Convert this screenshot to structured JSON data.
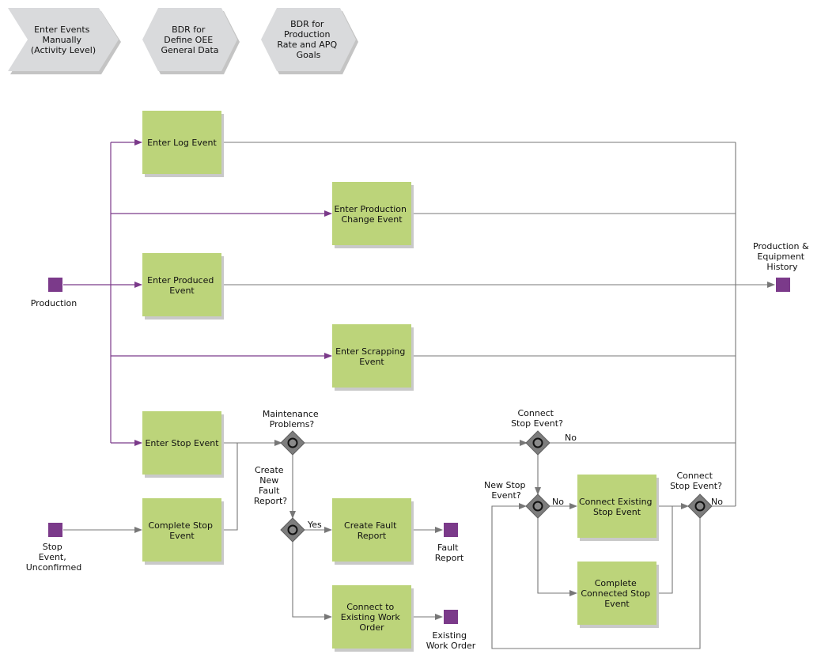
{
  "colors": {
    "task_fill": "#bcd47a",
    "task_shadow": "#c9c9c9",
    "event_fill": "#7b3a8a",
    "gateway_fill": "#7d7d7d",
    "chevron_fill": "#d9dadc",
    "production_flow": "#7b3a8a",
    "default_flow": "#777777"
  },
  "header": {
    "chevron_enter_events": [
      "Enter Events",
      "Manually",
      "(Activity Level)"
    ],
    "hex_bdr_oee": [
      "BDR for",
      "Define OEE",
      "General Data"
    ],
    "hex_bdr_production": [
      "BDR for",
      "Production",
      "Rate and APQ",
      "Goals"
    ]
  },
  "tasks": {
    "enter_log_event": [
      "Enter Log Event"
    ],
    "enter_production_change": [
      "Enter Production",
      "Change Event"
    ],
    "enter_produced_event": [
      "Enter Produced",
      "Event"
    ],
    "enter_scrapping_event": [
      "Enter Scrapping",
      "Event"
    ],
    "enter_stop_event": [
      "Enter Stop Event"
    ],
    "complete_stop_event": [
      "Complete Stop",
      "Event"
    ],
    "create_fault_report": [
      "Create Fault",
      "Report"
    ],
    "connect_work_order": [
      "Connect to",
      "Existing Work",
      "Order"
    ],
    "connect_existing_stop": [
      "Connect Existing",
      "Stop Event"
    ],
    "complete_connected_stop": [
      "Complete",
      "Connected Stop",
      "Event"
    ]
  },
  "events": {
    "production": [
      "Production"
    ],
    "stop_unconfirmed": [
      "Stop",
      "Event,",
      "Unconfirmed"
    ],
    "history": [
      "Production &",
      "Equipment",
      "History"
    ],
    "fault_report": [
      "Fault",
      "Report"
    ],
    "existing_work_order": [
      "Existing",
      "Work Order"
    ]
  },
  "gateways": {
    "maintenance": [
      "Maintenance",
      "Problems?"
    ],
    "create_fault": [
      "Create",
      "New",
      "Fault",
      "Report?"
    ],
    "connect_stop_1": [
      "Connect",
      "Stop Event?"
    ],
    "new_stop": [
      "New Stop",
      "Event?"
    ],
    "connect_stop_2": [
      "Connect",
      "Stop Event?"
    ]
  },
  "flow_labels": {
    "yes": "Yes",
    "no_top": "No",
    "no_mid": "No",
    "no_right": "No"
  }
}
